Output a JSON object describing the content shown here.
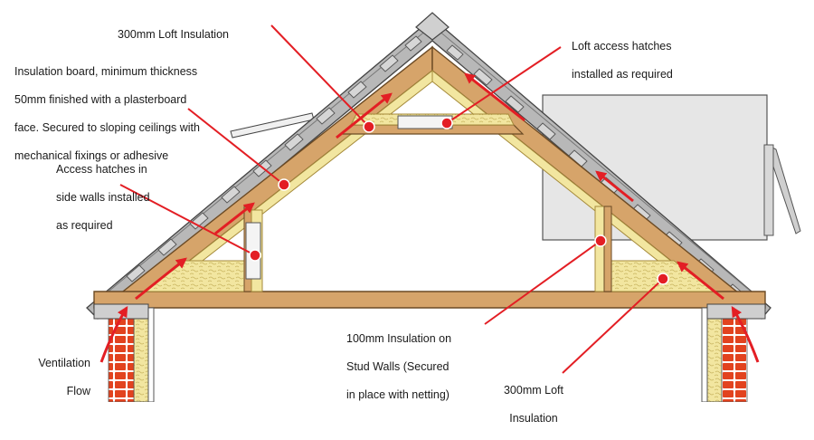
{
  "labels": {
    "loft_insulation_top": [
      "300mm Loft Insulation"
    ],
    "loft_access_hatches": [
      "Loft access hatches",
      "installed as required"
    ],
    "insulation_board": [
      "Insulation board, minimum thickness",
      "50mm finished with a plasterboard",
      "face. Secured to sloping ceilings with",
      "mechanical fixings or adhesive"
    ],
    "access_hatches_side": [
      "Access hatches in",
      "side walls installed",
      "as required"
    ],
    "stud_wall_insulation": [
      "100mm Insulation on",
      "Stud Walls (Secured",
      "in place with netting)"
    ],
    "ventilation_flow": [
      "Ventilation",
      "Flow"
    ],
    "loft_insulation_bottom": [
      "300mm Loft",
      "Insulation"
    ]
  },
  "colors": {
    "timber": "#d6a46a",
    "timber_outline": "#6b4a24",
    "insulation": "#f2e6a0",
    "slate": "#9a9a9a",
    "leader": "#e31e24",
    "callout_dot": "#e31e24",
    "brick": "#e2431f",
    "wall_grey": "#e6e6e6"
  }
}
